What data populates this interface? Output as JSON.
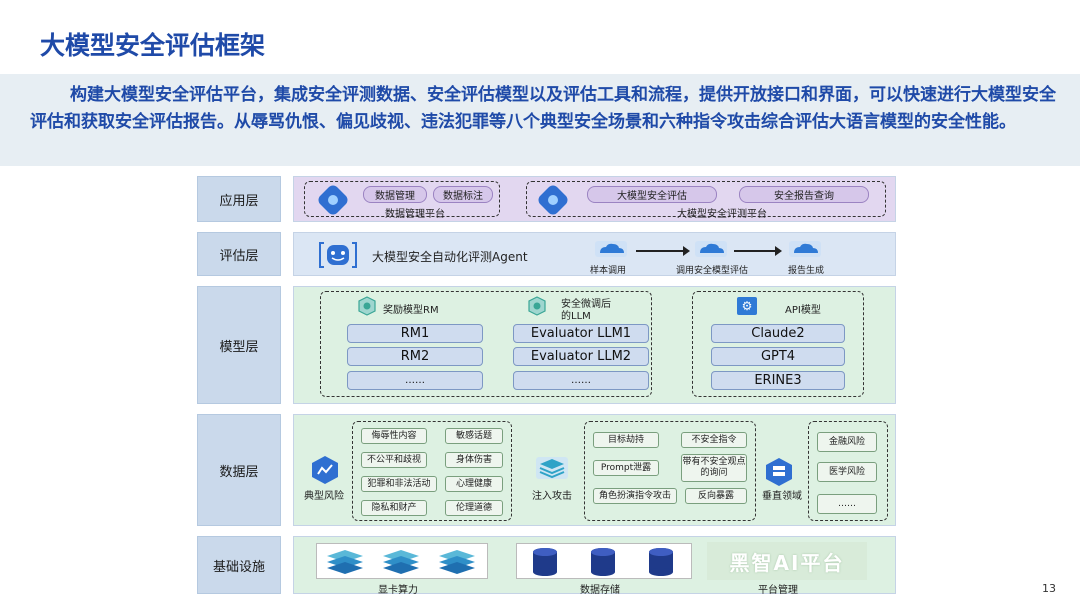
{
  "title": "大模型安全评估框架",
  "summary": "构建大模型安全评估平台，集成安全评测数据、安全评估模型以及评估工具和流程，提供开放接口和界面，可以快速进行大模型安全评估和获取安全评估报告。从辱骂仇恨、偏见歧视、违法犯罪等八个典型安全场景和六种指令攻击综合评估大语言模型的安全性能。",
  "page_number": "13",
  "layers": {
    "app": {
      "label": "应用层",
      "data_platform": {
        "buttons": [
          "数据管理",
          "数据标注"
        ],
        "caption": "数据管理平台"
      },
      "eval_platform": {
        "buttons": [
          "大模型安全评估",
          "安全报告查询"
        ],
        "caption": "大模型安全评测平台"
      }
    },
    "eval": {
      "label": "评估层",
      "agent": "大模型安全自动化评测Agent",
      "steps": [
        "样本调用",
        "调用安全模型评估",
        "报告生成"
      ]
    },
    "model": {
      "label": "模型层",
      "rm": {
        "header": "奖励模型RM",
        "items": [
          "RM1",
          "RM2",
          "……"
        ]
      },
      "llm": {
        "header_line1": "安全微调后",
        "header_line2": "的LLM",
        "items": [
          "Evaluator LLM1",
          "Evaluator LLM2",
          "……"
        ]
      },
      "api": {
        "header": "API模型",
        "items": [
          "Claude2",
          "GPT4",
          "ERINE3"
        ]
      }
    },
    "data": {
      "label": "数据层",
      "risk_label": "典型风险",
      "risk_items": [
        [
          "侮辱性内容",
          "敏感话题"
        ],
        [
          "不公平和歧视",
          "身体伤害"
        ],
        [
          "犯罪和非法活动",
          "心理健康"
        ],
        [
          "隐私和财产",
          "伦理道德"
        ]
      ],
      "attack_label": "注入攻击",
      "attack_items": [
        [
          "目标劫持",
          "不安全指令"
        ],
        [
          "Prompt泄露",
          "带有不安全观点的询问"
        ],
        [
          "角色扮演指令攻击",
          "反向暴露"
        ]
      ],
      "vertical_label": "垂直领域",
      "vertical_items": [
        "金融风险",
        "医学风险",
        "……"
      ]
    },
    "infra": {
      "label": "基础设施",
      "compute": "显卡算力",
      "storage": "数据存储",
      "platform": "平台管理",
      "logo_text": "黑智AI平台"
    }
  },
  "colors": {
    "title": "#1f4aa8",
    "app_bg": "#e2d7f0",
    "eval_bg": "#dbe6f4",
    "model_bg": "#ddf1e2",
    "label_bg": "#cad9eb"
  }
}
